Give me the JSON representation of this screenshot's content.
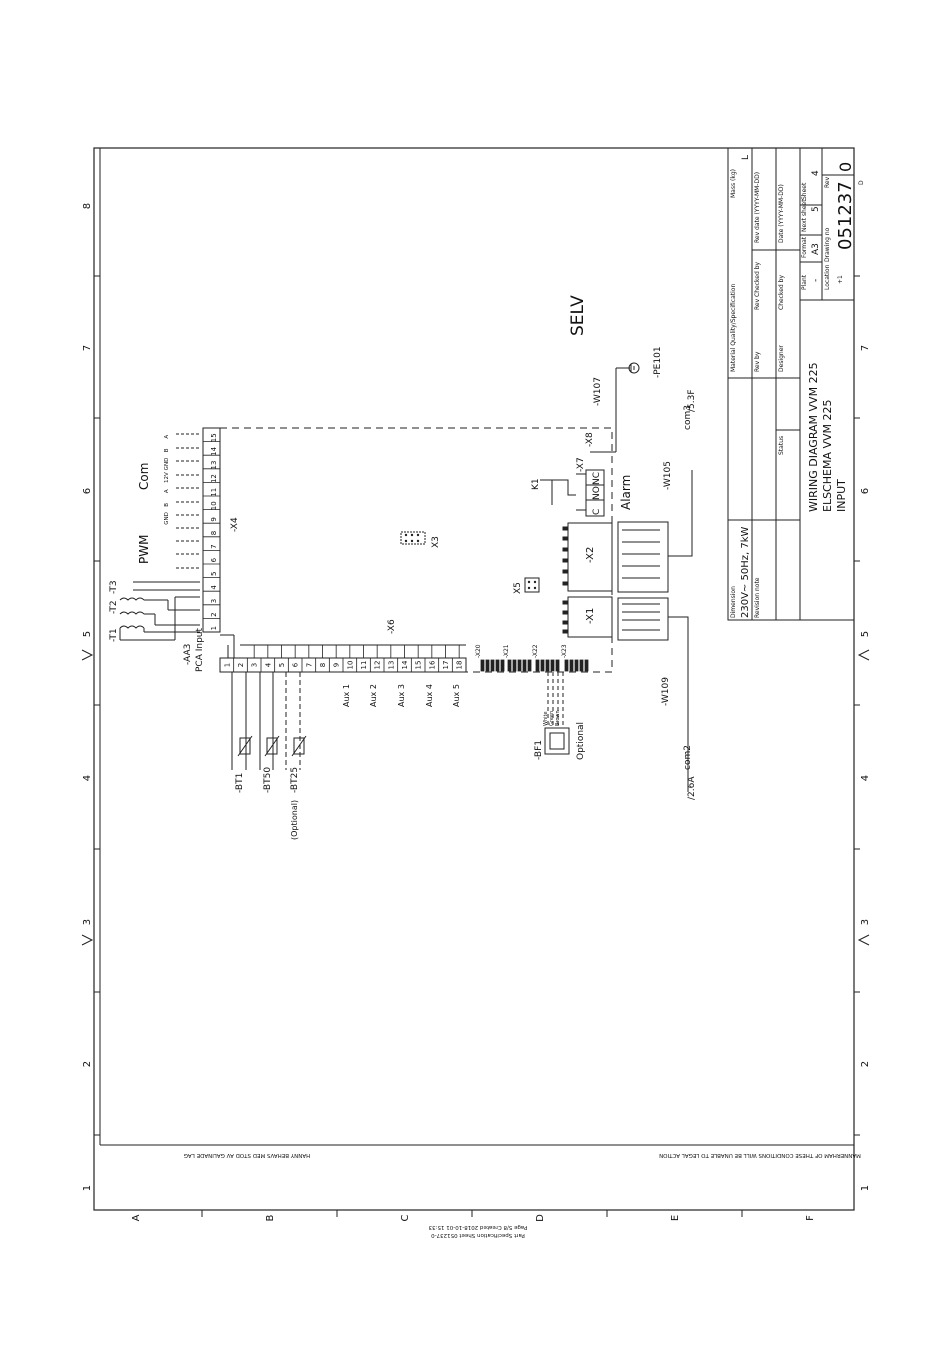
{
  "frame": {
    "zones_top": [
      "8",
      "7",
      "6",
      "5",
      "4",
      "3",
      "2",
      "1"
    ],
    "zones_bottom": [
      "7",
      "6",
      "5",
      "4",
      "3",
      "2",
      "1"
    ],
    "rows": [
      "A",
      "B",
      "C",
      "D",
      "E",
      "F"
    ]
  },
  "title_block": {
    "mass_label": "Mass (kg)",
    "mass_value": "L",
    "rev_date_label": "Rev date (YYYY-MM-DD)",
    "date_label": "Date (YYYY-MM-DD)",
    "material_label": "Material Quality/Specification",
    "rev_checked_label": "Rev Checked by",
    "checked_label": "Checked by",
    "rev_by_label": "Rev by",
    "designer_label": "Designer",
    "status_label": "Status",
    "dimension_label": "Dimension",
    "dimension_value": "230V~ 50Hz, 7kW",
    "revision_note_label": "Revision note",
    "title_line1": "WIRING DIAGRAM VVM 225",
    "title_line2": "ELSCHEMA VVM 225",
    "title_line3": "INPUT",
    "plant_label": "Plant",
    "plant_value": "-",
    "format_label": "Format",
    "format_value": "A3",
    "next_sheet_label": "Next sheet",
    "next_sheet_value": "5",
    "sheet_label": "Sheet",
    "sheet_value": "4",
    "location_label": "Location",
    "location_value": "+1",
    "drawing_no_label": "Drawing no",
    "drawing_no": "051237",
    "rev_label": "Rev",
    "rev_value": "0",
    "d_mark": "D"
  },
  "footer": {
    "left_note": "HANNY BEHAVS MED STOD AV GALINADE LAG",
    "right_note": "MANNERHAM OF THESE CONDITIONS WILL BE UNABLE TO LEGAL ACTION",
    "spec_line1": "Part Specification Sheet 051237-0",
    "spec_line2": "Page 5/8 Created 2018-10-01 15:33"
  },
  "schematic": {
    "selv": "SELV",
    "pe101": "-PE101",
    "w107": "-W107",
    "w105": "-W105",
    "w109": "-W109",
    "com3": "com3",
    "ref53f": "/5.3F",
    "com2": "com2",
    "ref26a": "/2.6A",
    "alarm": "Alarm",
    "k1": "K1",
    "x8": "-X8",
    "x7": "-X7",
    "relay_labels": [
      "C",
      "NO",
      "NC"
    ],
    "x1": "-X1",
    "x2": "-X2",
    "x3": "X3",
    "x5": "X5",
    "x4": "-X4",
    "x6": "-X6",
    "aa3": "-AA3",
    "pca": "PCA Input",
    "pwm": "PWM",
    "com": "Com",
    "t1": "-T1",
    "t2": "-T2",
    "t3": "-T3",
    "x4_pins": [
      "1",
      "2",
      "3",
      "4",
      "5",
      "6",
      "7",
      "8",
      "9",
      "10",
      "11",
      "12",
      "13",
      "14",
      "15"
    ],
    "x4_sig": [
      "",
      "",
      "",
      "",
      "",
      "",
      "",
      "",
      "GND",
      "B",
      "A",
      "12V",
      "GND",
      "B",
      "A"
    ],
    "x6_pins": [
      "1",
      "2",
      "3",
      "4",
      "5",
      "6",
      "7",
      "8",
      "9",
      "10",
      "11",
      "12",
      "13",
      "14",
      "15",
      "16",
      "17",
      "18"
    ],
    "aux": [
      "Aux 1",
      "Aux 2",
      "Aux 3",
      "Aux 4",
      "Aux 5"
    ],
    "bt1": "-BT1",
    "bt50": "-BT50",
    "bt25": "-BT25",
    "optional_paren": "(Optional)",
    "bf1": "-BF1",
    "optional": "Optional",
    "bf1_wires": [
      "White",
      "Green",
      "Brown"
    ],
    "x20": "-X20",
    "x21": "-X21",
    "x22": "-X22",
    "x23": "-X23"
  }
}
